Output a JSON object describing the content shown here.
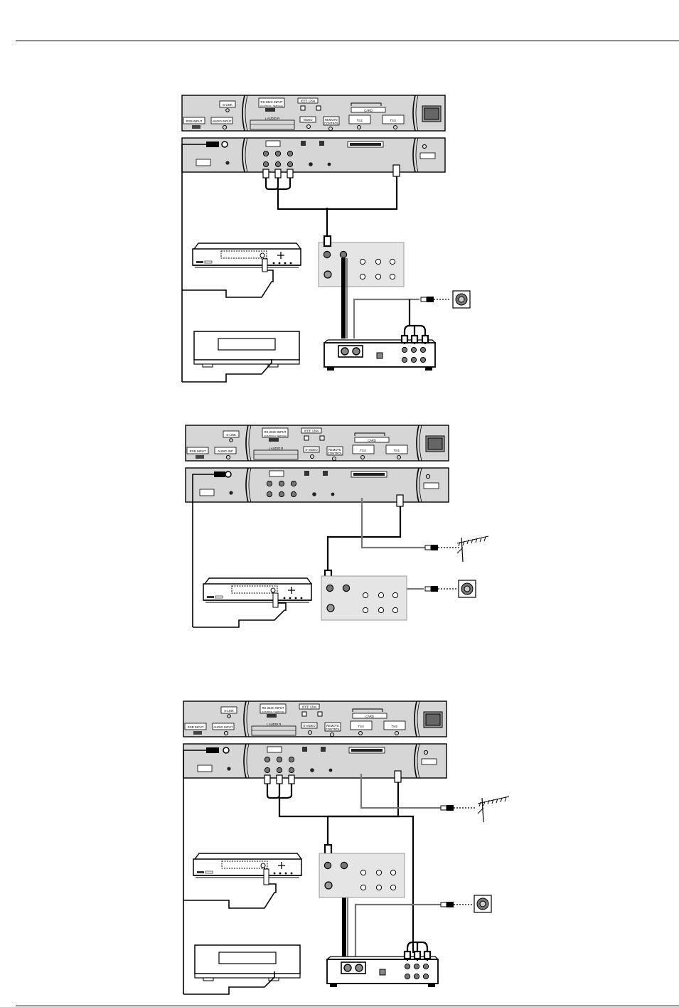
{
  "panel_upper": {
    "s_link": "S-LINK",
    "rs232c": "RS-232C INPUT",
    "rs232c_sub": "(CONTROL / SERVICE)",
    "ieee1394": "IEEE 1394",
    "rgb_input": "RGB INPUT",
    "audio_input": "AUDIO INPUT",
    "audio": "L  AUDIO  R",
    "video": "VIDEO",
    "s_video": "S-VIDEO",
    "remote": "REMOTE",
    "control": "CONTROL",
    "card": "CARD",
    "ts_1": "TS①",
    "ts_2": "TS②"
  },
  "panel_upper_b": {
    "audio_input": "AUDIO INP"
  },
  "icons": {
    "antenna": "tv-antenna-icon",
    "wall_jack": "cable-wall-outlet-icon",
    "power": "power-outlet-icon"
  }
}
